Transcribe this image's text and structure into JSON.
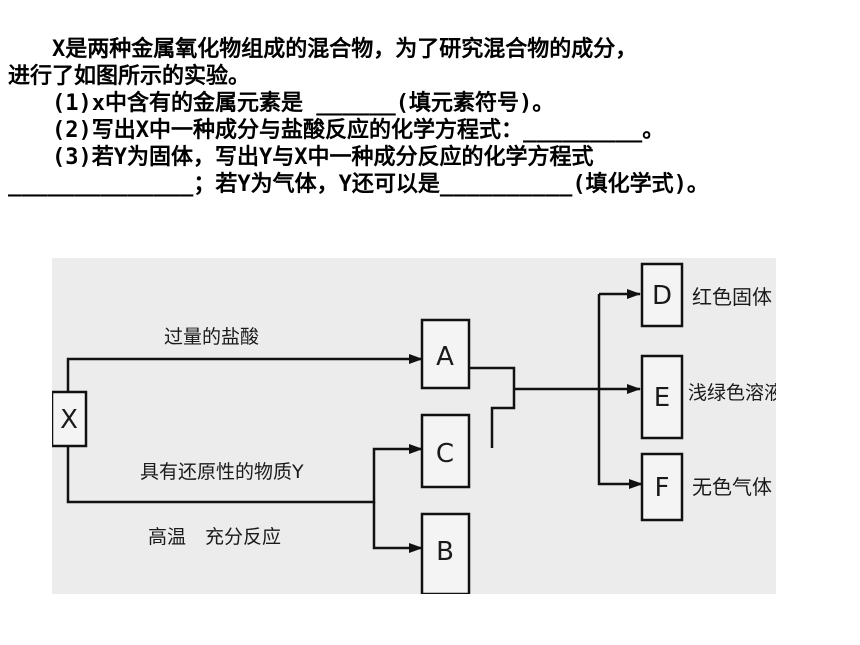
{
  "question": {
    "line1": "X是两种金属氧化物组成的混合物，为了研究混合物的成分，",
    "line2": "进行了如图所示的实验。",
    "line3": "(1)x中含有的金属元素是 ______(填元素符号)。",
    "line4": "(2)写出X中一种成分与盐酸反应的化学方程式：_________。",
    "line5": "(3)若Y为固体，写出Y与X中一种成分反应的化学方程式",
    "line6": "______________；若Y为气体，Y还可以是__________(填化学式)。"
  },
  "diagram": {
    "nodes": {
      "x": "X",
      "a": "A",
      "b": "B",
      "c": "C",
      "d": "D",
      "e": "E",
      "f": "F"
    },
    "labels": {
      "hcl": "过量的盐酸",
      "reducer": "具有还原性的物质Y",
      "condition": "高温　充分反应",
      "d_desc": "红色固体",
      "e_desc": "浅绿色溶液",
      "f_desc": "无色气体"
    }
  }
}
